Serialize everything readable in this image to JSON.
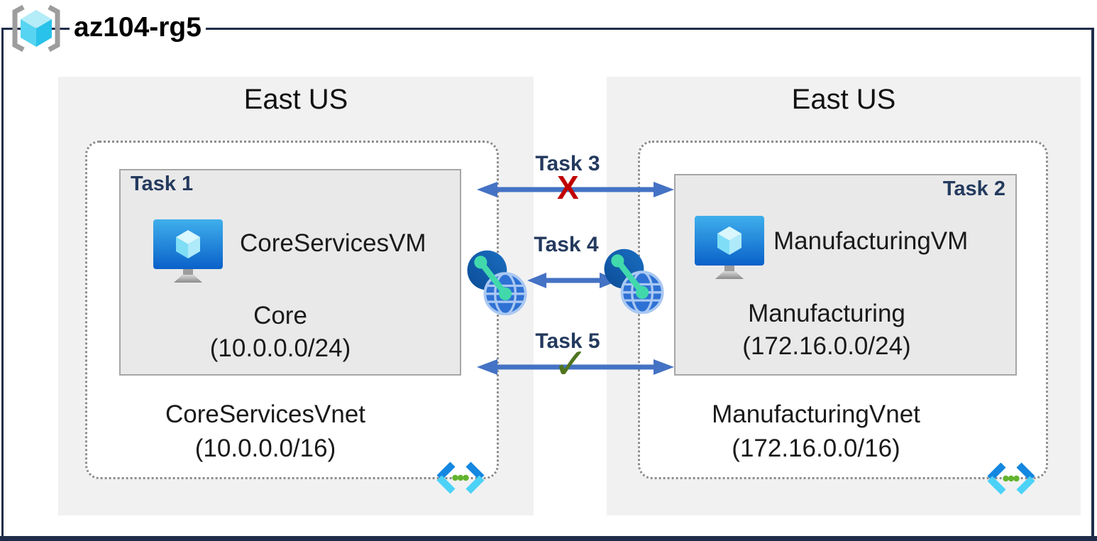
{
  "title": "az104-rg5",
  "regions": [
    {
      "location": "East US",
      "task_label": "Task 1",
      "vm_name": "CoreServicesVM",
      "subnet_name": "Core",
      "subnet_cidr": "(10.0.0.0/24)",
      "vnet_name": "CoreServicesVnet",
      "vnet_cidr": "(10.0.0.0/16)"
    },
    {
      "location": "East US",
      "task_label": "Task 2",
      "vm_name": "ManufacturingVM",
      "subnet_name": "Manufacturing",
      "subnet_cidr": "(172.16.0.0/24)",
      "vnet_name": "ManufacturingVnet",
      "vnet_cidr": "(172.16.0.0/16)"
    }
  ],
  "connections": [
    {
      "label": "Task 3",
      "marker": "X"
    },
    {
      "label": "Task 4",
      "marker": ""
    },
    {
      "label": "Task 5",
      "marker": "✓"
    }
  ],
  "colors": {
    "frame": "#1f2c49",
    "arrow": "#4472c4",
    "blocked_marker": "#c00000",
    "allowed_marker": "#4f741f",
    "task_label": "#243a5e",
    "region_fill": "#f1f1f1",
    "box_fill": "#e9e9e9"
  },
  "icons": {
    "header": "resource-group-icon",
    "vm": "vm-icon",
    "vnet": "vnet-icon",
    "peering": "vnet-peering-icon"
  }
}
